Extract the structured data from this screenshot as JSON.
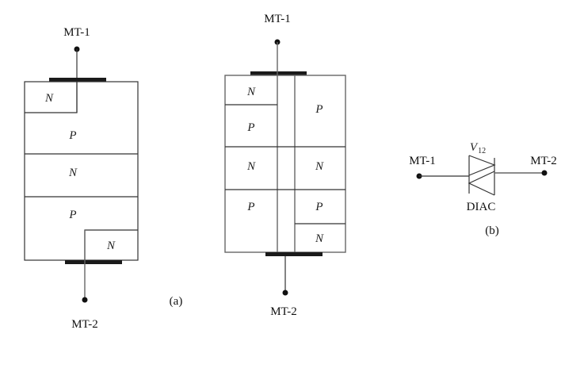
{
  "figure_a": {
    "caption": "(a)",
    "structure1": {
      "top_terminal": "MT-1",
      "bottom_terminal": "MT-2",
      "regions": {
        "top_n": "N",
        "layer_p1": "P",
        "layer_n": "N",
        "layer_p2": "P",
        "bottom_n": "N"
      }
    },
    "structure2": {
      "top_terminal": "MT-1",
      "bottom_terminal": "MT-2",
      "left_column": [
        "N",
        "P",
        "N",
        "P"
      ],
      "right_column": [
        "P",
        "N",
        "P",
        "N"
      ]
    }
  },
  "figure_b": {
    "caption": "(b)",
    "left_terminal": "MT-1",
    "right_terminal": "MT-2",
    "voltage_label": "V",
    "voltage_subscript": "12",
    "device_label": "DIAC"
  }
}
